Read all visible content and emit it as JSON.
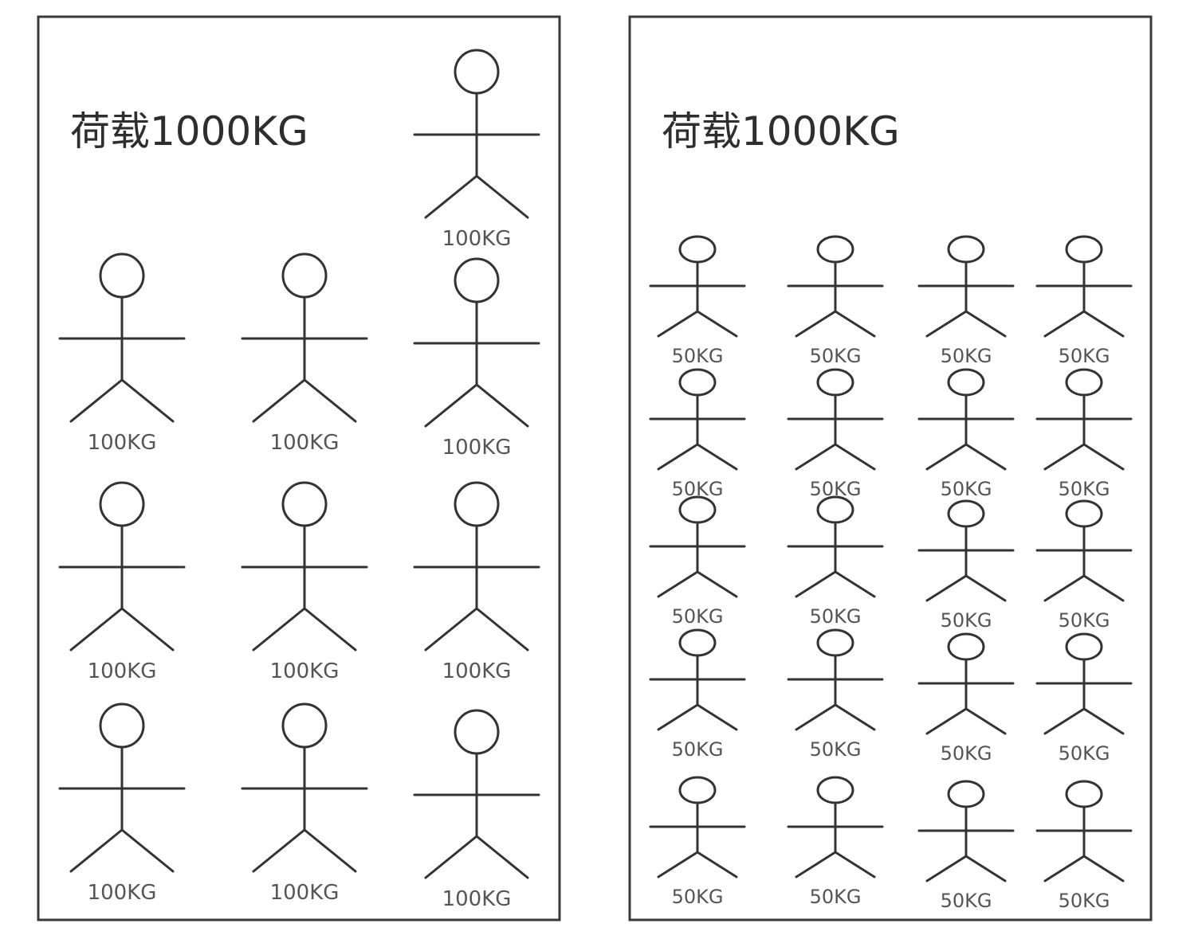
{
  "panels": [
    {
      "title": "荷载1000KG",
      "figures": [
        {
          "label": "100KG"
        },
        {
          "label": "100KG"
        },
        {
          "label": "100KG"
        },
        {
          "label": "100KG"
        },
        {
          "label": "100KG"
        },
        {
          "label": "100KG"
        },
        {
          "label": "100KG"
        },
        {
          "label": "100KG"
        },
        {
          "label": "100KG"
        },
        {
          "label": "100KG"
        }
      ]
    },
    {
      "title": "荷载1000KG",
      "figures": [
        {
          "label": "50KG"
        },
        {
          "label": "50KG"
        },
        {
          "label": "50KG"
        },
        {
          "label": "50KG"
        },
        {
          "label": "50KG"
        },
        {
          "label": "50KG"
        },
        {
          "label": "50KG"
        },
        {
          "label": "50KG"
        },
        {
          "label": "50KG"
        },
        {
          "label": "50KG"
        },
        {
          "label": "50KG"
        },
        {
          "label": "50KG"
        },
        {
          "label": "50KG"
        },
        {
          "label": "50KG"
        },
        {
          "label": "50KG"
        },
        {
          "label": "50KG"
        },
        {
          "label": "50KG"
        },
        {
          "label": "50KG"
        },
        {
          "label": "50KG"
        },
        {
          "label": "50KG"
        }
      ]
    }
  ],
  "colors": {
    "stroke": "#333333",
    "text": "#555555",
    "background": "#ffffff"
  },
  "icons": {
    "figure": "stick-figure-person-icon"
  }
}
